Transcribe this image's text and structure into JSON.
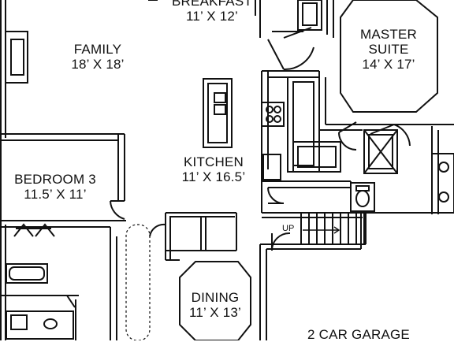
{
  "plan": {
    "rooms": [
      {
        "id": "breakfast",
        "name": "BREAKFAST",
        "dims": "11’ X 12’"
      },
      {
        "id": "family",
        "name": "FAMILY",
        "dims": "18’ X 18’"
      },
      {
        "id": "master",
        "name": "MASTER",
        "name2": "SUITE",
        "dims": "14’ X 17’"
      },
      {
        "id": "kitchen",
        "name": "KITCHEN",
        "dims": "11’ X 16.5’"
      },
      {
        "id": "bedroom3",
        "name": "BEDROOM 3",
        "dims": "11.5’ X 11’"
      },
      {
        "id": "dining",
        "name": "DINING",
        "dims": "11’ X 13’"
      },
      {
        "id": "garage",
        "name": "2 CAR GARAGE"
      }
    ],
    "stair_label": "UP"
  }
}
